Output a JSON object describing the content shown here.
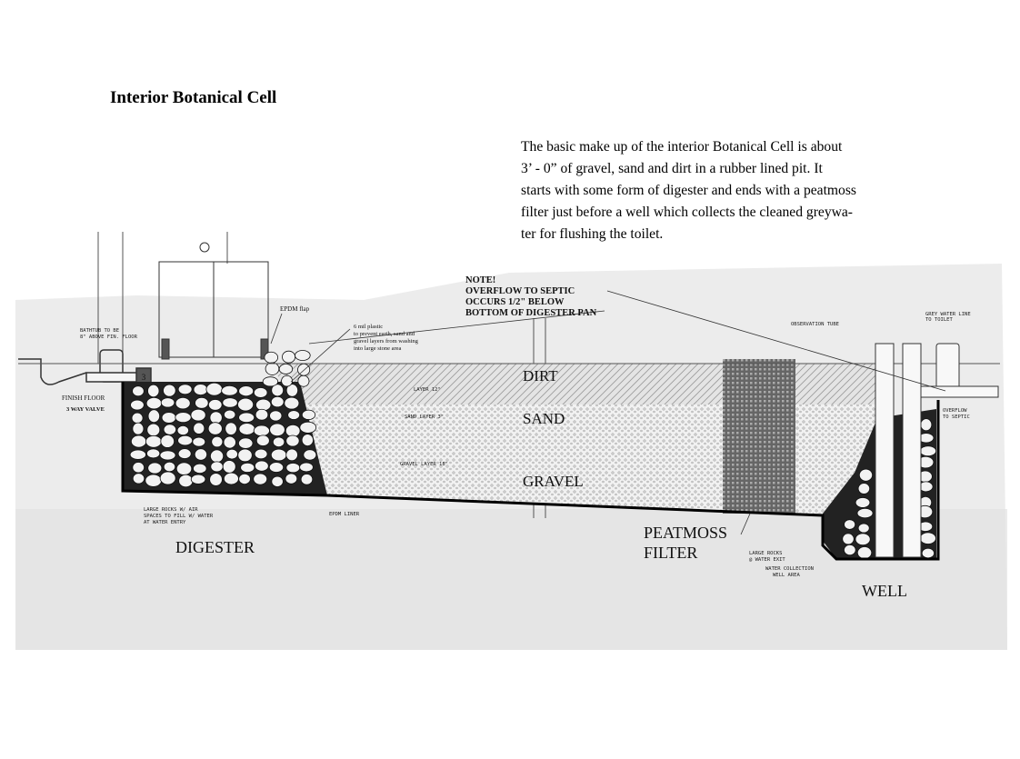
{
  "page": {
    "title": "Interior Botanical Cell",
    "intro_lines": [
      "The basic make up of the interior Botanical Cell is about",
      "3’ - 0” of gravel, sand and dirt in a rubber lined pit.  It",
      "starts with some form of digester and ends with a peatmoss",
      "filter just before a well which collects the cleaned greywa-",
      "ter for flushing the toilet."
    ]
  },
  "diagram": {
    "note_lines": [
      "NOTE!",
      "OVERFLOW TO SEPTIC",
      "OCCURS 1/2\" BELOW",
      "BOTTOM OF DIGESTER PAN"
    ],
    "epdm_flap": "EPDM flap",
    "plastic_lines": [
      "6 mil plastic",
      "to prevent earth, sand and",
      "gravel layers from  washing",
      "into large stone area"
    ],
    "bathtub_lines": [
      "BATHTUB TO BE",
      "8\" ABOVE FIN. FLOOR"
    ],
    "finish_floor": "FINISH FLOOR",
    "three_way_valve": "3 WAY VALVE",
    "valve_number": "3",
    "layer_dirt": "LAYER 12\"",
    "layer_sand": "SAND LAYER 3\"",
    "layer_gravel": "GRAVEL LAYER 18\"",
    "dirt": "DIRT",
    "sand": "SAND",
    "gravel": "GRAVEL",
    "large_rocks_entry_lines": [
      "LARGE ROCKS W/ AIR",
      "SPACES TO FILL W/ WATER",
      "AT WATER ENTRY"
    ],
    "epdm_liner": "EPDM LINER",
    "digester": "DIGESTER",
    "peatmoss_lines": [
      "PEATMOSS",
      "FILTER"
    ],
    "large_rocks_exit_lines": [
      "LARGE ROCKS",
      "@ WATER EXIT"
    ],
    "well_area_lines": [
      "WATER COLLECTION",
      "WELL AREA"
    ],
    "well": "WELL",
    "observation_tube": "OBSERVATION TUBE",
    "grey_water_lines": [
      "GREY WATER LINE",
      "TO TOILET"
    ],
    "overflow_lines": [
      "OVERFLOW",
      "TO SEPTIC"
    ]
  }
}
